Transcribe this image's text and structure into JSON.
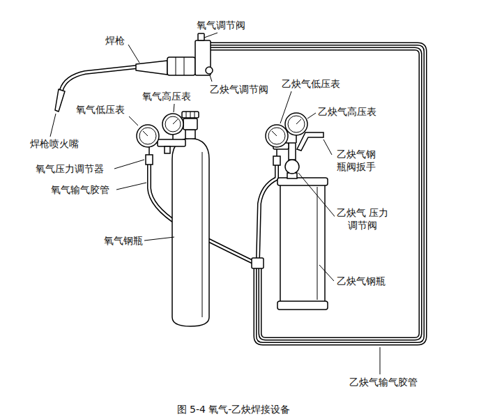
{
  "diagram": {
    "caption": "图 5-4 氧气-乙炔焊接设备",
    "labels": [
      "氧气调节阀",
      "焊枪",
      "乙炔气调节阀",
      "乙炔气低压表",
      "氧气高压表",
      "乙炔气高压表",
      "氧气低压表",
      "焊枪喷火嘴",
      "乙炔气钢 瓶阀扳手",
      "氧气压力调节器",
      "氧气输气胶管",
      "乙炔气 压力调节阀",
      "氧气钢瓶",
      "乙炔气钢瓶",
      "乙炔气输气胶管"
    ]
  }
}
